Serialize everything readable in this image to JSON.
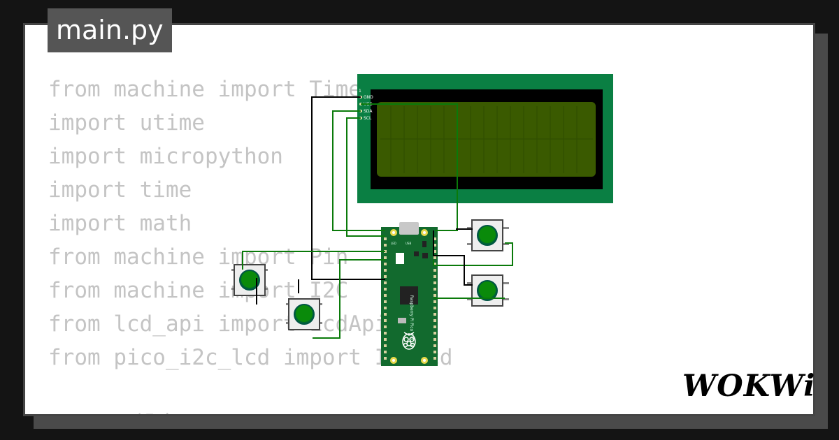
{
  "tab": {
    "label": "main.py"
  },
  "code_lines": [
    "from machine import Timer",
    "import utime",
    "import micropython",
    "import time",
    "import math",
    "from machine import Pin",
    "from machine import I2C",
    "from lcd_api import LcdApi",
    "from pico_i2c_lcd import I2cLcd",
    "",
    "# LCDの設定"
  ],
  "lcd": {
    "pins": [
      "GND",
      "VCC",
      "SDA",
      "SCL"
    ],
    "pin_one_marker": "1",
    "colors": {
      "board": "#0a7f43",
      "screen": "#3a5a00",
      "bezel": "#000000"
    }
  },
  "pico": {
    "label": "Raspberry Pi Pico ©2020",
    "usb_label": "USB",
    "led_label": "LED",
    "colors": {
      "board": "#126a2e",
      "pads": "#e8d94a"
    }
  },
  "buttons": [
    {
      "id": "btn-left",
      "cap_color": "#0a8a0a"
    },
    {
      "id": "btn-bottom",
      "cap_color": "#0a8a0a"
    },
    {
      "id": "btn-right-top",
      "cap_color": "#0a8a0a"
    },
    {
      "id": "btn-right-bottom",
      "cap_color": "#0a8a0a"
    }
  ],
  "wire_colors": {
    "ground": "#000000",
    "signal": "#0a7a0a"
  },
  "branding": {
    "logo_text": "WOKWi"
  }
}
